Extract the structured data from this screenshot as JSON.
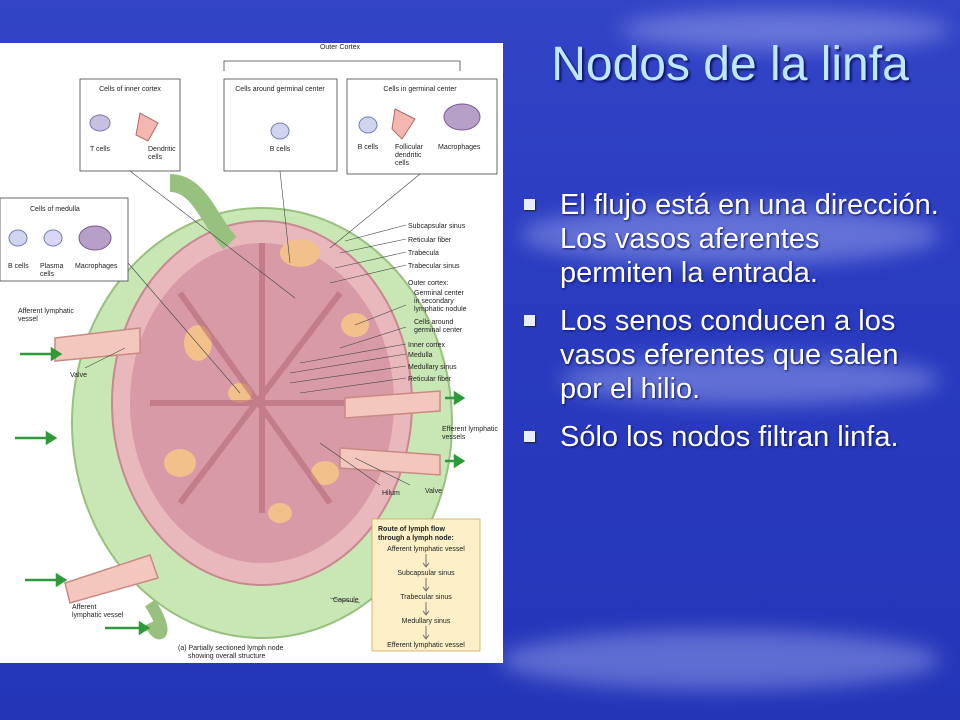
{
  "slide": {
    "title": "Nodos de la linfa",
    "bullets": [
      "El flujo está en una dirección. Los vasos aferentes permiten la entrada.",
      "Los senos conducen a los vasos eferentes que salen por el hilio.",
      "Sólo los nodos filtran linfa."
    ]
  },
  "diagram": {
    "outer_cortex": "Outer Cortex",
    "inner_cortex_box": {
      "title": "Cells of inner cortex",
      "t_cells": "T cells",
      "dendritic": "Dendritic",
      "dendritic2": "cells"
    },
    "around_germinal_box": {
      "title": "Cells around germinal center",
      "b_cells": "B cells"
    },
    "in_germinal_box": {
      "title": "Cells in germinal center",
      "b_cells": "B cells",
      "follicular": "Follicular",
      "follicular2": "dendritic",
      "follicular3": "cells",
      "macrophages": "Macrophages"
    },
    "medulla_box": {
      "title": "Cells of medulla",
      "b_cells": "B cells",
      "plasma": "Plasma",
      "plasma2": "cells",
      "macrophages": "Macrophages"
    },
    "labels": {
      "subcapsular_sinus": "Subcapsular sinus",
      "reticular_fiber": "Reticular fiber",
      "trabecula": "Trabecula",
      "trabecular_sinus": "Trabecular sinus",
      "outer_cortex_colon": "Outer cortex:",
      "germinal_1": "Germinal center",
      "germinal_2": "in secondary",
      "germinal_3": "lymphatic nodule",
      "cells_around_1": "Cells around",
      "cells_around_2": "germinal center",
      "inner_cortex": "Inner cortex",
      "medulla": "Medulla",
      "medullary_sinus": "Medullary sinus",
      "reticular_fiber_2": "Reticular fiber",
      "afferent_1": "Afferent lymphatic",
      "afferent_1b": "vessel",
      "valve_left": "Valve",
      "efferent_1": "Efferent lymphatic",
      "efferent_1b": "vessels",
      "valve_right": "Valve",
      "hilum": "Hilum",
      "capsule": "Capsule",
      "afferent_2": "Afferent",
      "afferent_2b": "lymphatic vessel",
      "caption_1": "(a) Partially sectioned lymph node",
      "caption_2": "showing overall structure"
    },
    "route": {
      "title_1": "Route of lymph flow",
      "title_2": "through a lymph node:",
      "steps": [
        "Afferent lymphatic vessel",
        "Subcapsular sinus",
        "Trabecular sinus",
        "Medullary sinus",
        "Efferent lymphatic vessel"
      ]
    }
  }
}
